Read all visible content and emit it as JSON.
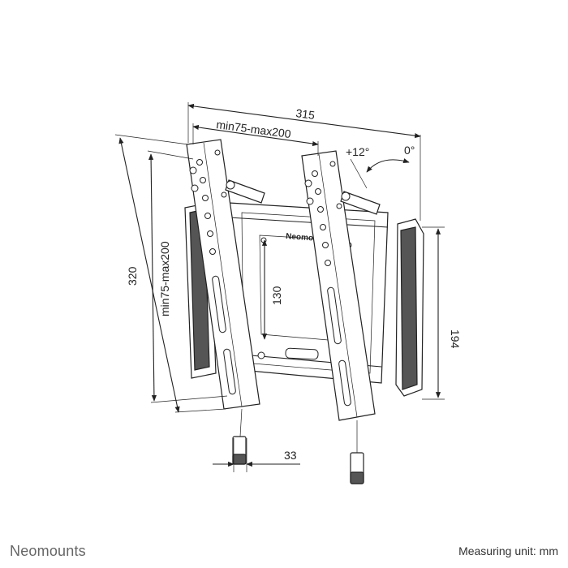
{
  "dimensions": {
    "overall_width": "315",
    "rail_spacing": "min75-max200",
    "overall_height": "320",
    "vertical_spacing": "min75-max200",
    "frame_height": "130",
    "pad_height": "194",
    "depth": "33"
  },
  "tilt": {
    "up": "+12°",
    "neutral": "0°"
  },
  "frame_logo": "Neomounts",
  "footer": {
    "brand": "Neomounts",
    "unit": "Measuring unit: mm"
  }
}
